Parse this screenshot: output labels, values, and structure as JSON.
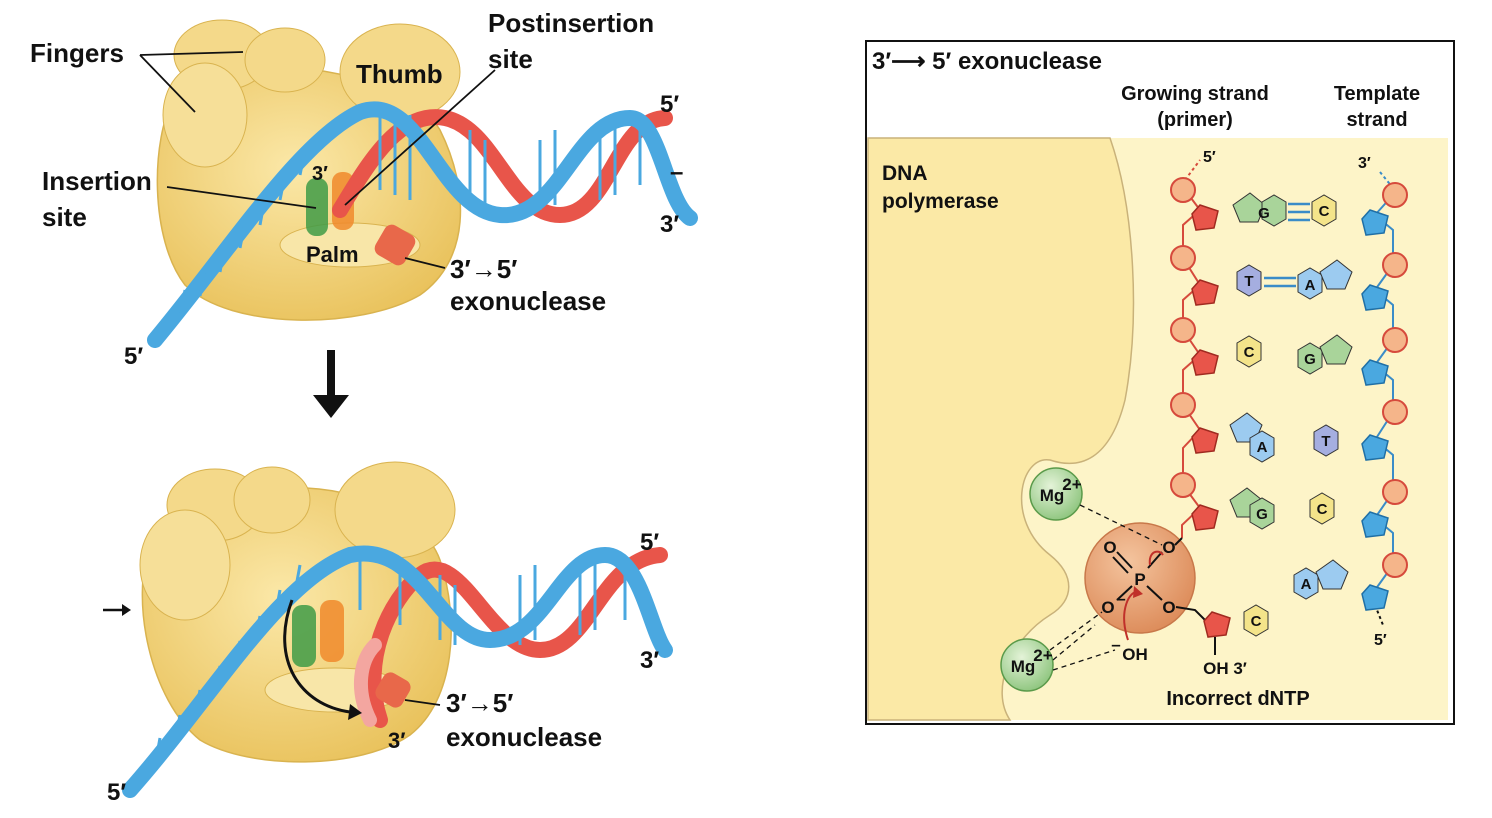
{
  "top_panel": {
    "fingers": "Fingers",
    "thumb": "Thumb",
    "postinsertion_line1": "Postinsertion",
    "postinsertion_line2": "site",
    "insertion_line1": "Insertion",
    "insertion_line2": "site",
    "palm": "Palm",
    "exo_line1": "3′→5′",
    "exo_line2": "exonuclease",
    "primer_3prime": "3′",
    "end_5prime_top": "5′",
    "end_3prime_right": "3′",
    "end_5prime_left": "5′",
    "dash": "–"
  },
  "bottom_panel": {
    "end_5prime_top": "5′",
    "end_3prime_right": "3′",
    "end_5prime_left": "5′",
    "primer_3prime": "3′",
    "exo_line1": "3′→5′",
    "exo_line2": "exonuclease"
  },
  "right_panel": {
    "title": "3′⟶ 5′ exonuclease",
    "growing_line1": "Growing strand",
    "growing_line2": "(primer)",
    "template_line1": "Template",
    "template_line2": "strand",
    "dna_line1": "DNA",
    "dna_line2": "polymerase",
    "growing_5prime": "5′",
    "template_3prime": "3′",
    "template_5prime": "5′",
    "mg1": "Mg",
    "mg1_sup": "2+",
    "mg2": "Mg",
    "mg2_sup": "2+",
    "phosphate": "P",
    "oxygen": "O",
    "o_minus": "O",
    "hydroxide": "OH",
    "oh3": "OH 3′",
    "incorrect": "Incorrect dNTP",
    "growing_bases": [
      "G",
      "T",
      "C",
      "A",
      "G"
    ],
    "template_bases": [
      "C",
      "A",
      "G",
      "T",
      "C",
      "A"
    ],
    "dntp_base": "C"
  },
  "colors": {
    "enzyme": "#f2d37a",
    "template_strand": "#4aa8e0",
    "primer_strand": "#e8554a",
    "panel_bg": "#fdf4c8",
    "insertion_site": "#3f9b47",
    "postinsertion_site": "#f08a2c",
    "exonuclease": "#e8684a",
    "phosphate_ball": "#e9a070",
    "mg_ion": "#a9d49a"
  }
}
